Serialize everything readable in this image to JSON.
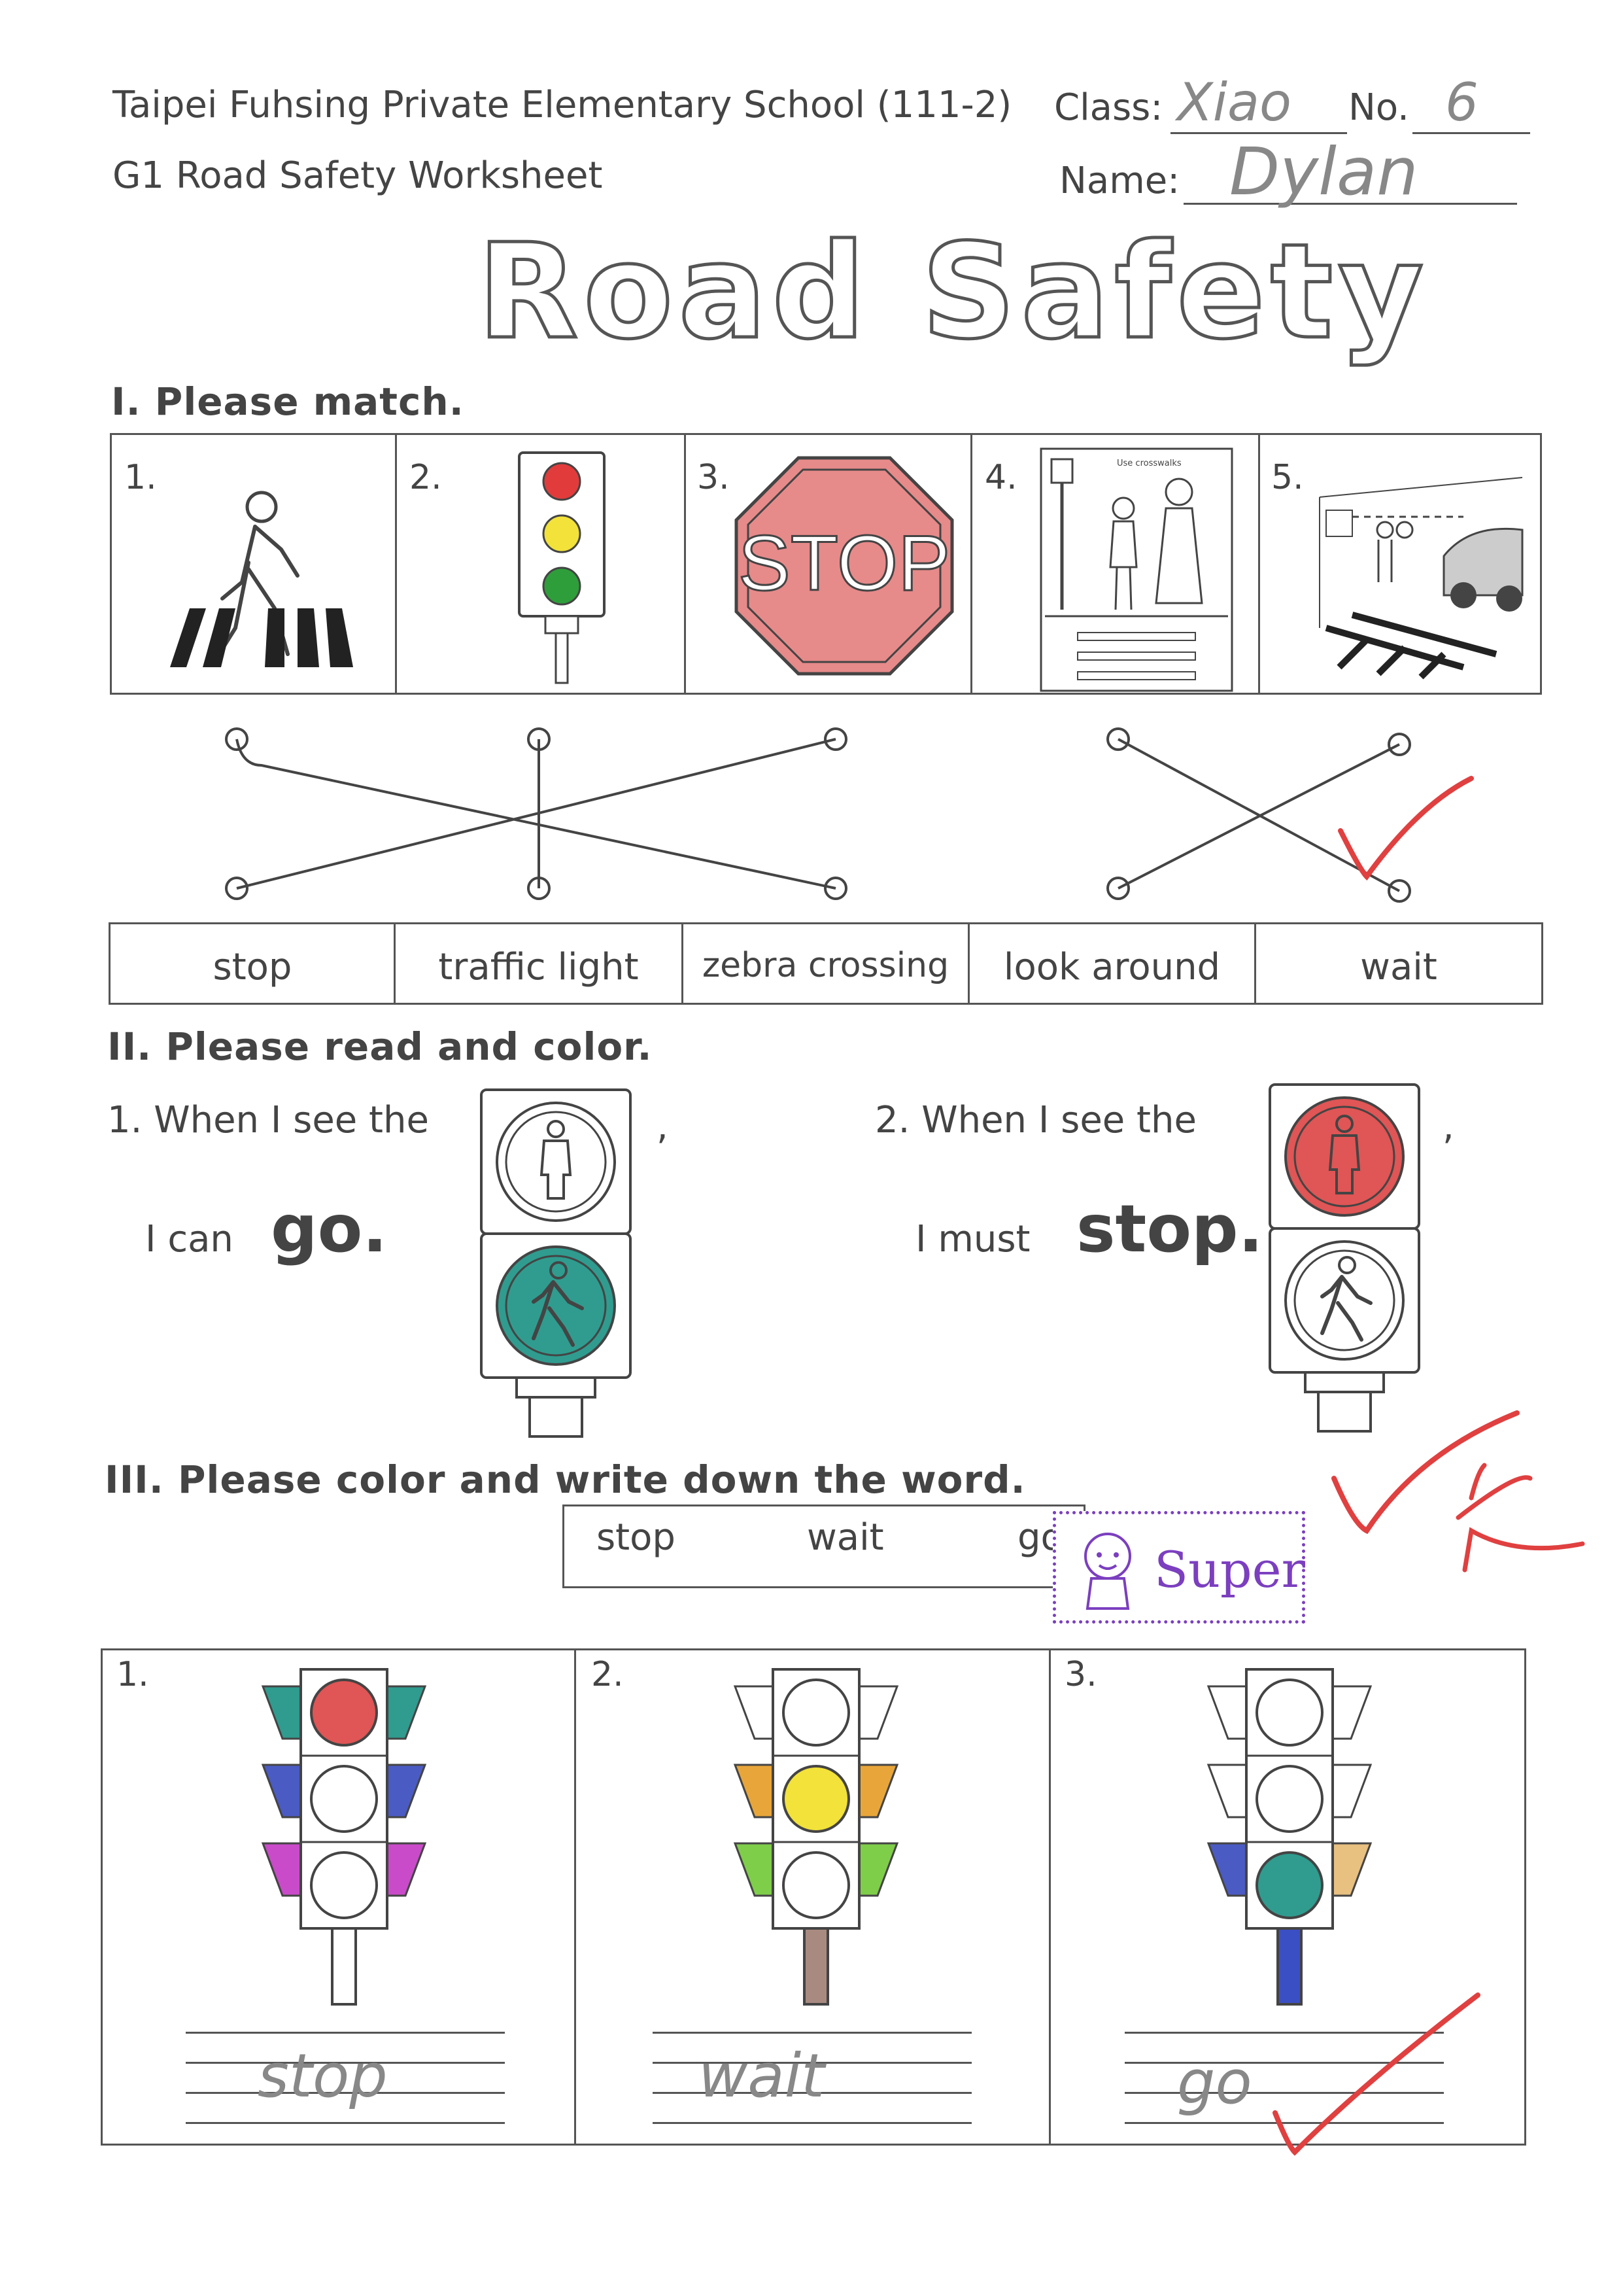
{
  "header": {
    "school": "Taipei Fuhsing Private Elementary School (111-2)",
    "worksheet": "G1 Road Safety Worksheet",
    "class_label": "Class:",
    "class_value": "Xiao",
    "no_label": "No.",
    "no_value": "6",
    "name_label": "Name:",
    "name_value": "Dylan"
  },
  "title": "Road Safety",
  "section1": {
    "heading": "I. Please match.",
    "pictures": [
      {
        "num": "1.",
        "icon": "zebra-crossing-icon"
      },
      {
        "num": "2.",
        "icon": "traffic-light-icon"
      },
      {
        "num": "3.",
        "icon": "stop-sign-icon",
        "sign_text": "STOP"
      },
      {
        "num": "4.",
        "icon": "look-around-icon",
        "sign_text": "Use crosswalks"
      },
      {
        "num": "5.",
        "icon": "wait-icon"
      }
    ],
    "words": [
      "stop",
      "traffic light",
      "zebra crossing",
      "look around",
      "wait"
    ]
  },
  "section2": {
    "heading": "II. Please read and color.",
    "item1": {
      "intro": "1. When I see the",
      "comma": ",",
      "phrase": "I can",
      "word": "go."
    },
    "item2": {
      "intro": "2. When I see the",
      "comma": ",",
      "phrase": "I must",
      "word": "stop."
    }
  },
  "section3": {
    "heading": "III. Please color and write down the word.",
    "word_bank": [
      "stop",
      "wait",
      "go"
    ],
    "stamp_text": "Super",
    "items": [
      {
        "num": "1.",
        "answer": "stop"
      },
      {
        "num": "2.",
        "answer": "wait"
      },
      {
        "num": "3.",
        "answer": "go"
      }
    ]
  },
  "colors": {
    "red": "#e05555",
    "yellow": "#f2e23a",
    "green": "#2e9e3a",
    "teal": "#2f9c8f",
    "stamp_purple": "#7b3fbf",
    "check_red": "#e04040"
  }
}
